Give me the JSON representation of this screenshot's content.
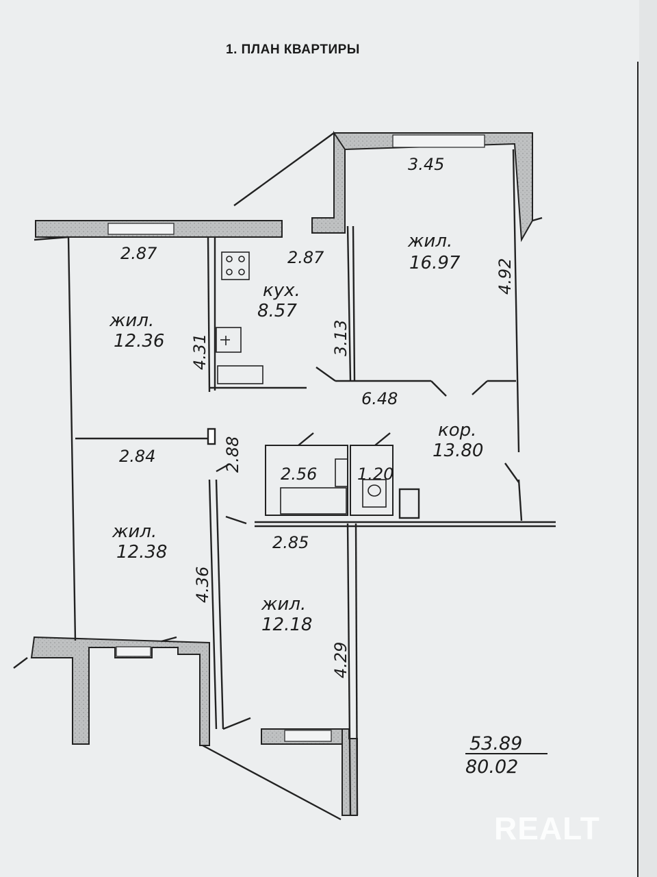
{
  "title": "1. ПЛАН КВАРТИРЫ",
  "rooms": [
    {
      "id": "living-ne",
      "name": "жил.",
      "area": "16.97"
    },
    {
      "id": "kitchen",
      "name": "кух.",
      "area": "8.57"
    },
    {
      "id": "living-nw",
      "name": "жил.",
      "area": "12.36"
    },
    {
      "id": "corridor",
      "name": "кор.",
      "area": "13.80"
    },
    {
      "id": "living-sw",
      "name": "жил.",
      "area": "12.38"
    },
    {
      "id": "living-s",
      "name": "жил.",
      "area": "12.18"
    }
  ],
  "dimensions": {
    "ne_top": "3.45",
    "ne_right": "4.92",
    "nw_top": "2.87",
    "kitchen_top": "2.87",
    "kitchen_right": "3.13",
    "nw_right": "4.31",
    "corridor_top": "6.48",
    "nw_bottom": "2.84",
    "passage": "2.88",
    "bath": "2.56",
    "wc": "1.20",
    "s_top": "2.85",
    "sw_right": "4.36",
    "s_right": "4.29"
  },
  "totals": {
    "living": "53.89",
    "total": "80.02"
  },
  "watermark": "REALT"
}
